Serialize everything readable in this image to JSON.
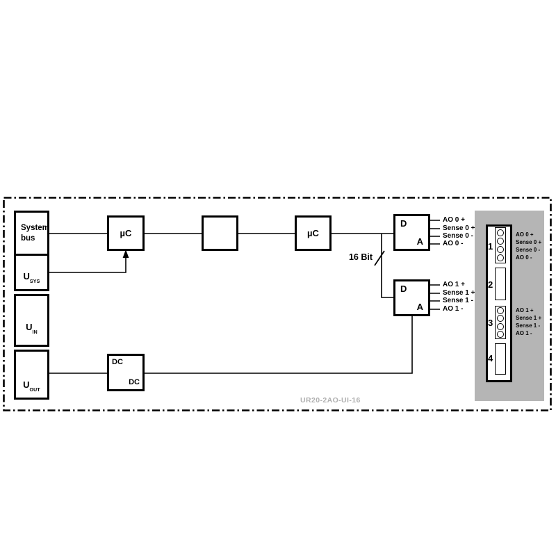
{
  "diagram": {
    "watermark": "UR20-2AO-UI-16",
    "stack": {
      "system_bus": "System bus",
      "u_base": "U",
      "u_sys_sub": "SYS",
      "u_in_sub": "IN",
      "u_out_sub": "OUT"
    },
    "blocks": {
      "uc1": "µC",
      "uc2": "µC",
      "da_d": "D",
      "da_a": "A",
      "dc_top": "DC",
      "dc_bottom": "DC"
    },
    "bus_width": "16 Bit",
    "dac0_labels": [
      "AO 0 +",
      "Sense 0 +",
      "Sense 0 -",
      "AO 0 -"
    ],
    "dac1_labels": [
      "AO 1 +",
      "Sense 1 +",
      "Sense 1 -",
      "AO 1 -"
    ],
    "connector": {
      "terminals": [
        "1",
        "2",
        "3",
        "4"
      ],
      "group1_labels": [
        "AO 0 +",
        "Sense 0 +",
        "Sense 0 -",
        "AO 0 -"
      ],
      "group2_labels": [
        "AO 1 +",
        "Sense 1 +",
        "Sense 1 -",
        "AO 1 -"
      ]
    },
    "colors": {
      "line": "#000000",
      "panel_gray": "#b5b5b5",
      "watermark_gray": "#b0b0b0",
      "background": "#ffffff"
    }
  }
}
